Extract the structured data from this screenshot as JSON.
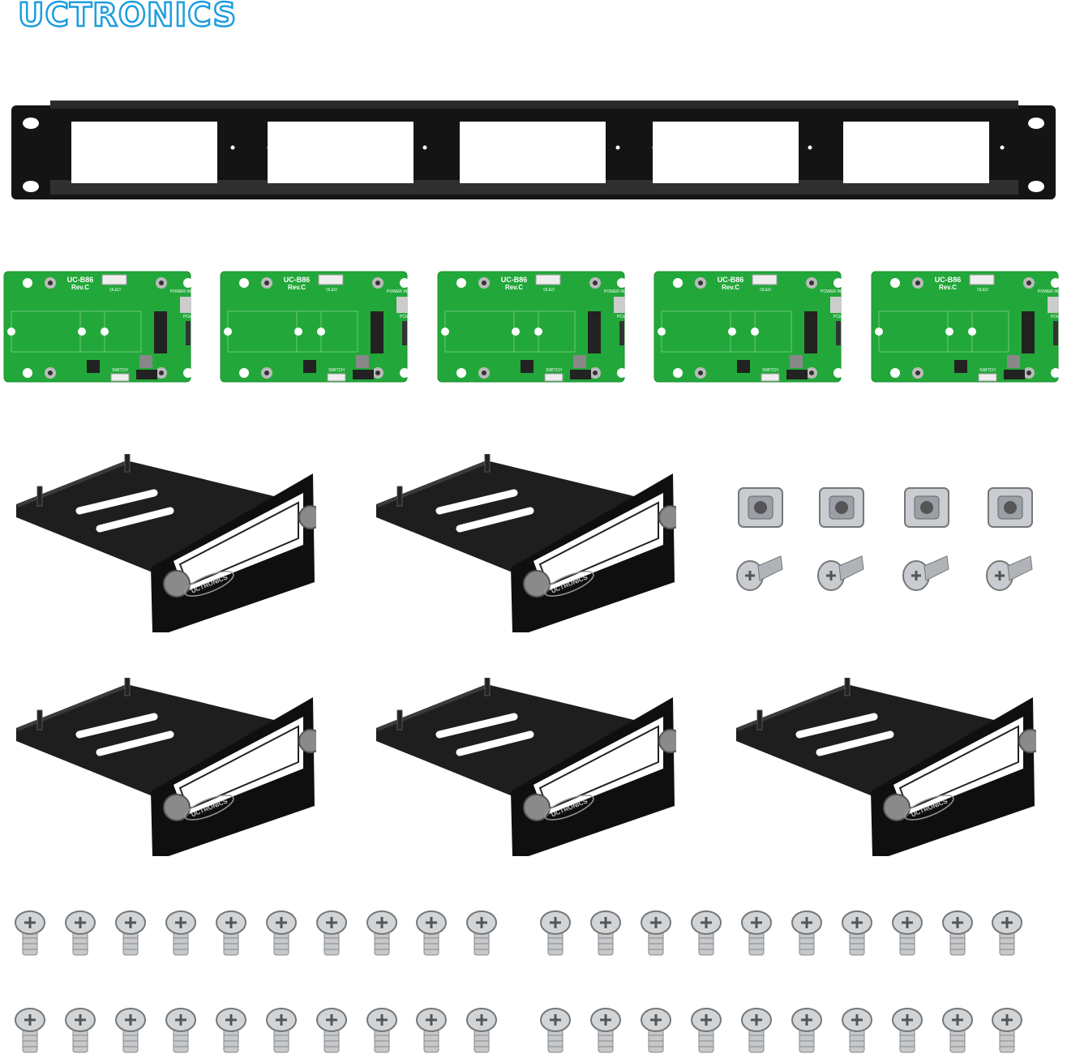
{
  "brand": {
    "logo_text": "UCTRONICS",
    "color": "#1c9de0"
  },
  "pcb": {
    "model": "UC-B86",
    "revision": "Rev.C",
    "oled_label": "OLED",
    "power_label": "POWER IN",
    "pcie_label": "PCIe",
    "switch_label": "SWITCH",
    "board_color": "#22a83a"
  },
  "bracket": {
    "label": "UCTRONICS",
    "color": "#1a1a1a"
  },
  "rack_panel": {
    "color": "#161616",
    "slots": 5
  }
}
